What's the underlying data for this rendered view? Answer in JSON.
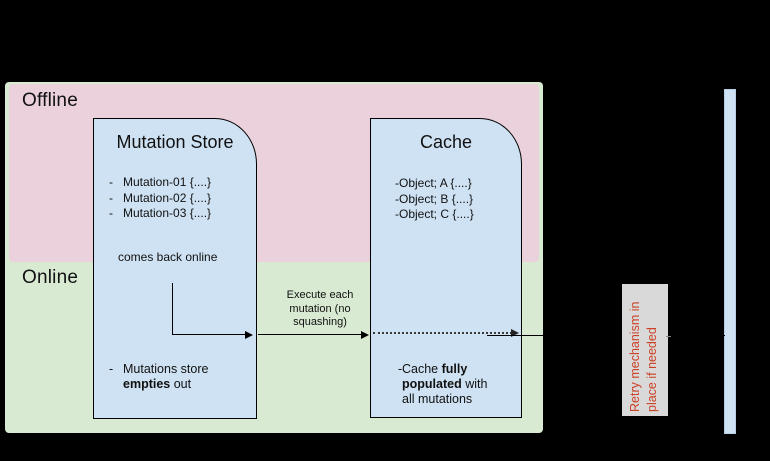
{
  "regions": {
    "offline": {
      "label": "Offline",
      "color": "#ead1dc"
    },
    "online": {
      "label": "Online",
      "color": "#d9ead3"
    }
  },
  "bullet": "-",
  "mutation_store": {
    "title": "Mutation Store",
    "items": [
      "Mutation-01 {....}",
      "Mutation-02 {....}",
      "Mutation-03 {....}"
    ],
    "event_text": "comes back online",
    "note": {
      "line1": "Mutations store",
      "line2_bold": "empties",
      "line2_rest": " out"
    }
  },
  "cache": {
    "title": "Cache",
    "items": [
      "Object; A {....}",
      "Object; B {....}",
      "Object; C {....}"
    ],
    "note": {
      "line1_pre": "Cache ",
      "line1_bold": "fully",
      "line2_bold": "populated",
      "line2_rest": " with",
      "line3": "all mutations"
    }
  },
  "connectors": {
    "execute_label_line1": "Execute each",
    "execute_label_line2": "mutation (no",
    "execute_label_line3": "squashing)"
  },
  "retry_note": {
    "line1": "Retry mechanism in",
    "line2": "place if needed",
    "text_color": "#cc4125",
    "bg_color": "#d9d9d9"
  },
  "node_fill_color": "#cfe2f3",
  "retry_bar_color": "#cfe2f3"
}
